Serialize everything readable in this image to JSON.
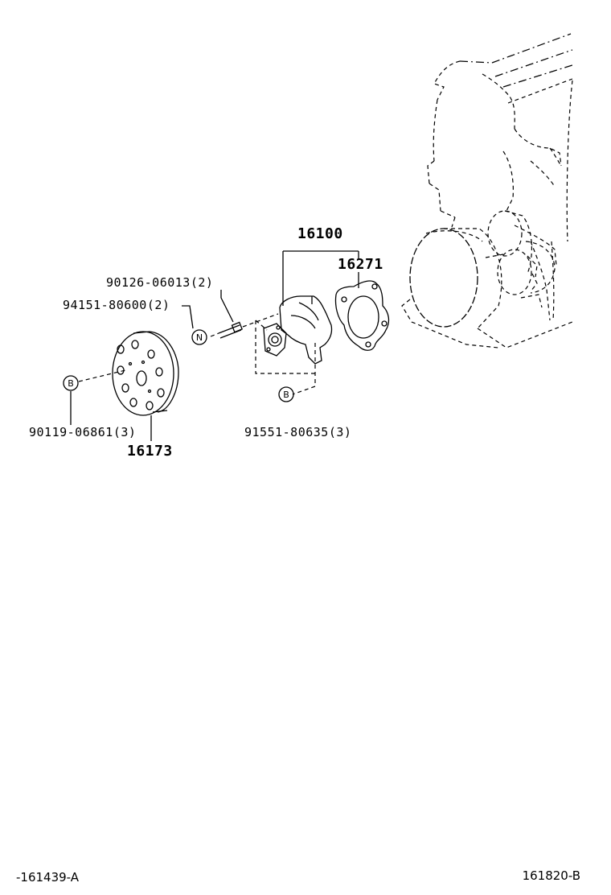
{
  "diagram": {
    "labels": {
      "part_16100": "16100",
      "part_16271": "16271",
      "part_90126": "90126-06013(2)",
      "part_94151": "94151-80600(2)",
      "part_90119": "90119-06861(3)",
      "part_16173": "16173",
      "part_91551": "91551-80635(3)"
    },
    "badges": {
      "n": "N",
      "b_left": "B",
      "b_right": "B"
    },
    "footer": {
      "left_code": "-161439-A",
      "right_code": "161820-B"
    }
  }
}
